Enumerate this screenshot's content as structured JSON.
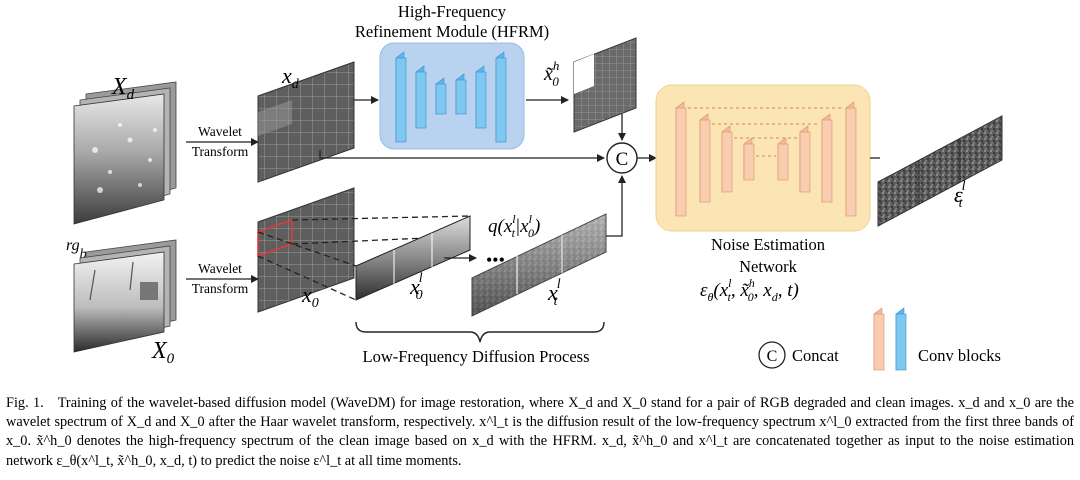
{
  "labels": {
    "x_d_big": "X",
    "x_d_big_sub": "d",
    "x_0_big": "X",
    "x_0_big_sub": "0",
    "rgb": "rg",
    "rgb_sub": "b",
    "wavelet_1": "Wavelet",
    "transform_1": "Transform",
    "wavelet_2": "Wavelet",
    "transform_2": "Transform",
    "xd_small": "x",
    "xd_small_sub": "d",
    "x0_small": "x",
    "x0_small_sub": "0",
    "hfrm_title_1": "High-Frequency",
    "hfrm_title_2": "Refinement Module (HFRM)",
    "x0h": "x̃",
    "x0h_sup": "h",
    "x0h_sub": "0",
    "concat_symbol": "C",
    "q_expr": "q(x",
    "q_expr_sup": "l",
    "q_expr_sub": "t",
    "q_expr_mid": "|x",
    "q_expr_sup2": "l",
    "q_expr_sub2": "0",
    "q_expr_end": ")",
    "x0l": "x",
    "x0l_sup": "l",
    "x0l_sub": "0",
    "dots": "•••",
    "xtl": "x",
    "xtl_sup": "l",
    "xtl_sub": "t",
    "lfdp": "Low-Frequency Diffusion Process",
    "nen_1": "Noise Estimation",
    "nen_2": "Network",
    "nen_eq": "ε",
    "nen_eq_sub": "θ",
    "nen_eq_args": "(x",
    "nen_eq_args_sup": "l",
    "nen_eq_args_sub": "t",
    "nen_eq_args2": ", x̃",
    "nen_eq_args2_sup": "h",
    "nen_eq_args2_sub": "0",
    "nen_eq_args3": ", x",
    "nen_eq_args3_sub": "d",
    "nen_eq_args4": ", t)",
    "eps_out": "ε",
    "eps_out_sup": "l",
    "eps_out_sub": "t",
    "legend_concat": "Concat",
    "legend_conv": "Conv blocks"
  },
  "caption": {
    "fig_label": "Fig. 1.",
    "text": "Training of the wavelet-based diffusion model (WaveDM) for image restoration, where X_d and X_0 stand for a pair of RGB degraded and clean images. x_d and x_0 are the wavelet spectrum of X_d and X_0 after the Haar wavelet transform, respectively. x^l_t is the diffusion result of the low-frequency spectrum x^l_0 extracted from the first three bands of x_0. x̃^h_0 denotes the high-frequency spectrum of the clean image based on x_d with the HFRM. x_d, x̃^h_0 and x^l_t are concatenated together as input to the noise estimation network ε_θ(x^l_t, x̃^h_0, x_d, t) to predict the noise ε^l_t at all time moments."
  },
  "colors": {
    "conv_blue": "#5bb8ee",
    "hfrm_bg": "#b9d2ef",
    "nen_bg": "#fbe5b4",
    "noise_orange": "#f6bc9a",
    "grid_gray": "#5a5a5a",
    "red_box": "#e0393b"
  }
}
